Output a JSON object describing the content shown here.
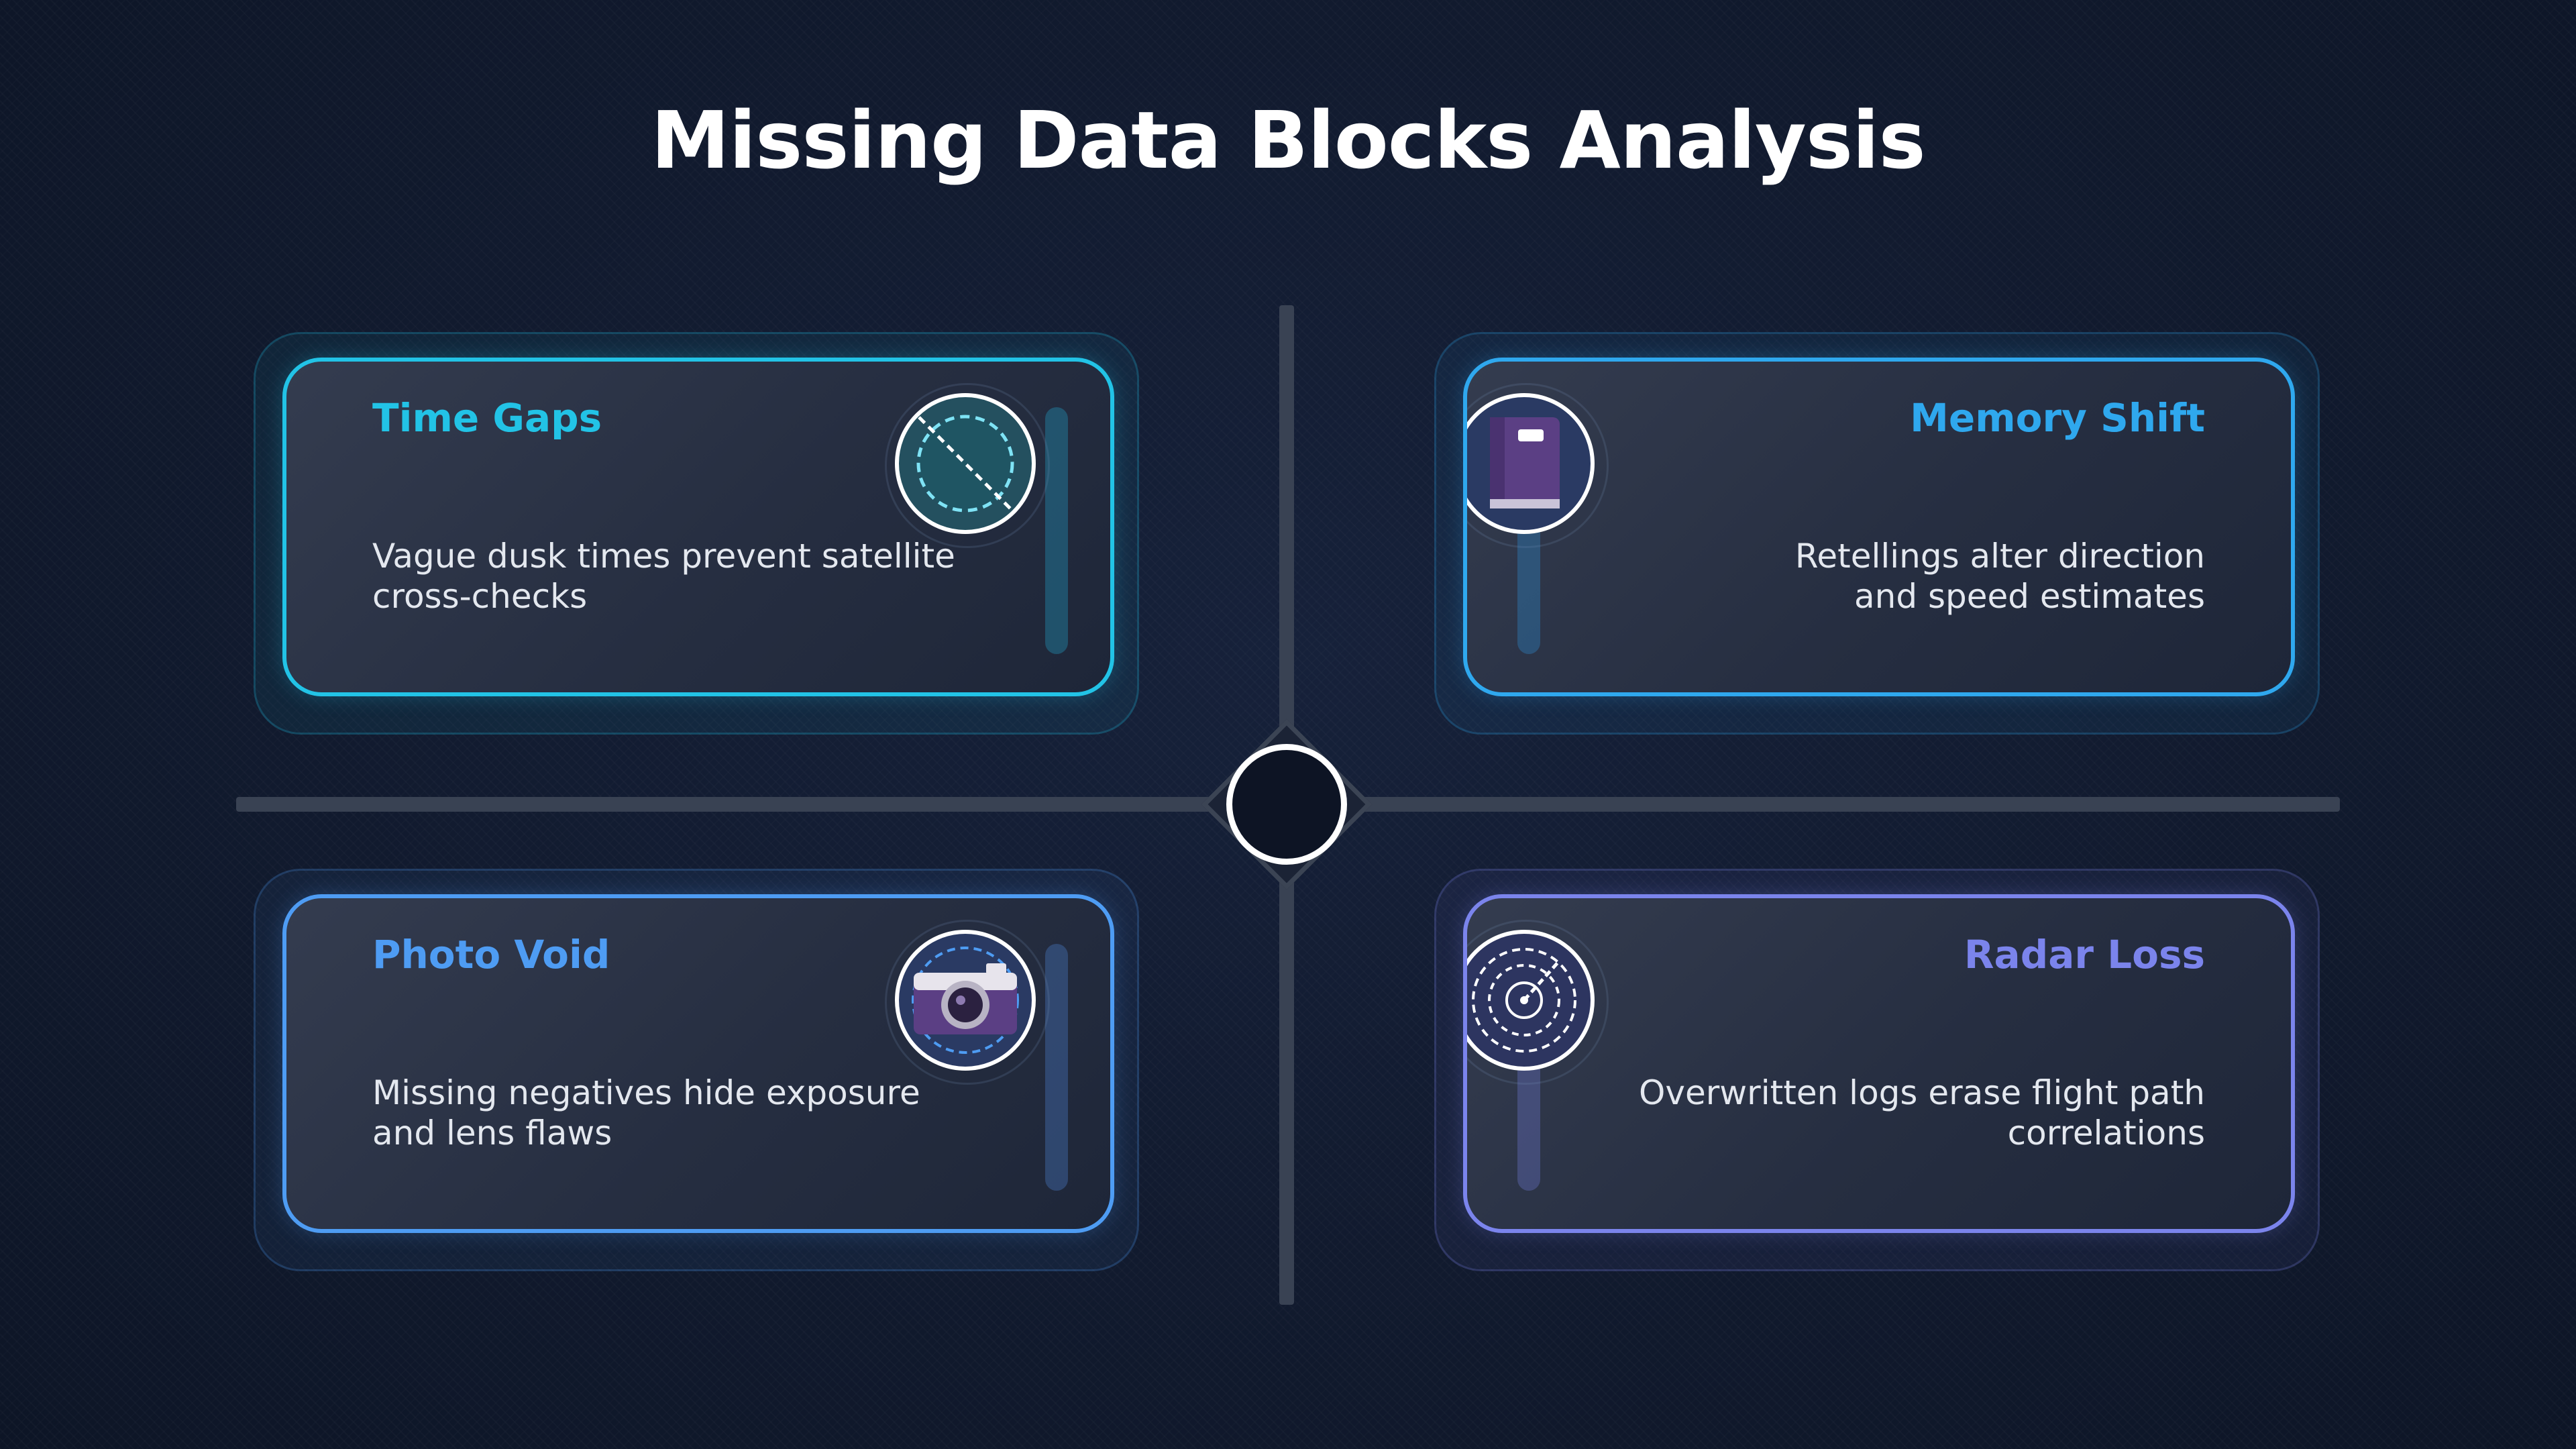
{
  "title": "Missing Data Blocks Analysis",
  "colors": {
    "teal": "#22c3e6",
    "sky": "#2fa8ee",
    "blue": "#4e9cf3",
    "indigo": "#7b84ec",
    "line": "#394253",
    "background": "#111a2e"
  },
  "cards": [
    {
      "title": "Time Gaps",
      "desc_line1": "Vague dusk times prevent satellite",
      "desc_line2": "cross-checks",
      "icon": "no-time-icon"
    },
    {
      "title": "Memory Shift",
      "desc_line1": "Retellings alter direction",
      "desc_line2": "and speed estimates",
      "icon": "notebook-icon"
    },
    {
      "title": "Photo Void",
      "desc_line1": "Missing negatives hide exposure",
      "desc_line2": "and lens flaws",
      "icon": "camera-icon"
    },
    {
      "title": "Radar Loss",
      "desc_line1": "Overwritten logs erase flight path",
      "desc_line2": "correlations",
      "icon": "radar-icon"
    }
  ]
}
